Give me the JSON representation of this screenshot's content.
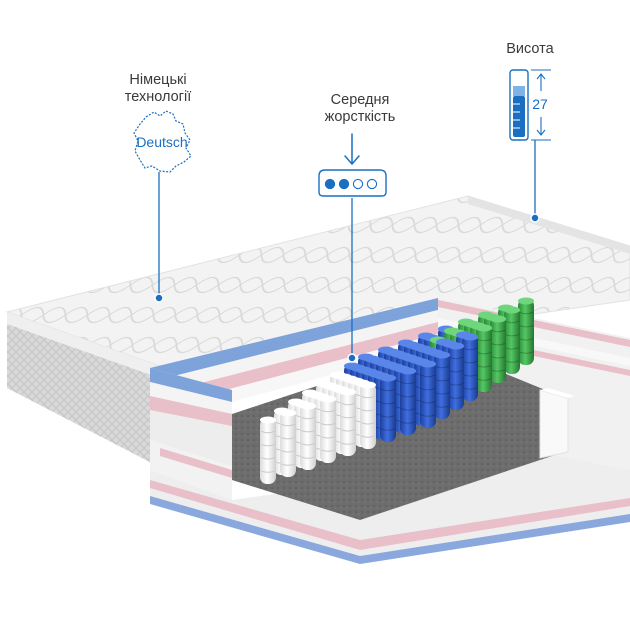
{
  "labels": {
    "german_tech": [
      "Німецькі",
      "технології"
    ],
    "medium_firmness": [
      "Середня",
      "жорсткість"
    ],
    "height": "Висота"
  },
  "badges": {
    "germany_map_text": "Deutsch",
    "height_value": "27"
  },
  "icons": {
    "germany": "germany-map-icon",
    "firmness": "firmness-indicator-icon",
    "height": "height-ruler-icon",
    "arrow": "down-arrow-icon"
  },
  "firmness_level": {
    "filled": 2,
    "total": 4
  },
  "colors": {
    "accent": "#1a6fc2",
    "label": "#3a3a3a",
    "cover": "#f2f2f2",
    "spring_white": "#f4f4f4",
    "spring_blue": "#2a57c9",
    "spring_green": "#3aae4a",
    "foam_pink": "#e9bfc9",
    "foam_blue": "#7ea3db"
  }
}
